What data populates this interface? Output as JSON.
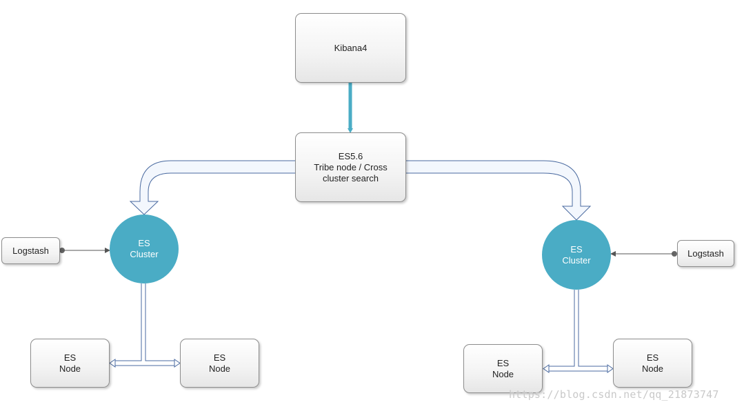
{
  "nodes": {
    "kibana": {
      "line1": "Kibana4"
    },
    "es56": {
      "line1": "ES5.6",
      "line2": "Tribe node /  Cross",
      "line3": "cluster search"
    },
    "cluster_left": {
      "line1": "ES",
      "line2": "Cluster"
    },
    "cluster_right": {
      "line1": "ES",
      "line2": "Cluster"
    },
    "logstash_left": {
      "line1": "Logstash"
    },
    "logstash_right": {
      "line1": "Logstash"
    },
    "node_left_a": {
      "line1": "ES",
      "line2": "Node"
    },
    "node_left_b": {
      "line1": "ES",
      "line2": "Node"
    },
    "node_right_a": {
      "line1": "ES",
      "line2": "Node"
    },
    "node_right_b": {
      "line1": "ES",
      "line2": "Node"
    }
  },
  "colors": {
    "cluster_fill": "#4aacc5",
    "kibana_link": "#4aacc5",
    "hollow_arrow_stroke": "#4a6aa0",
    "connector": "#555555"
  },
  "watermark": "https://blog.csdn.net/qq_21873747"
}
